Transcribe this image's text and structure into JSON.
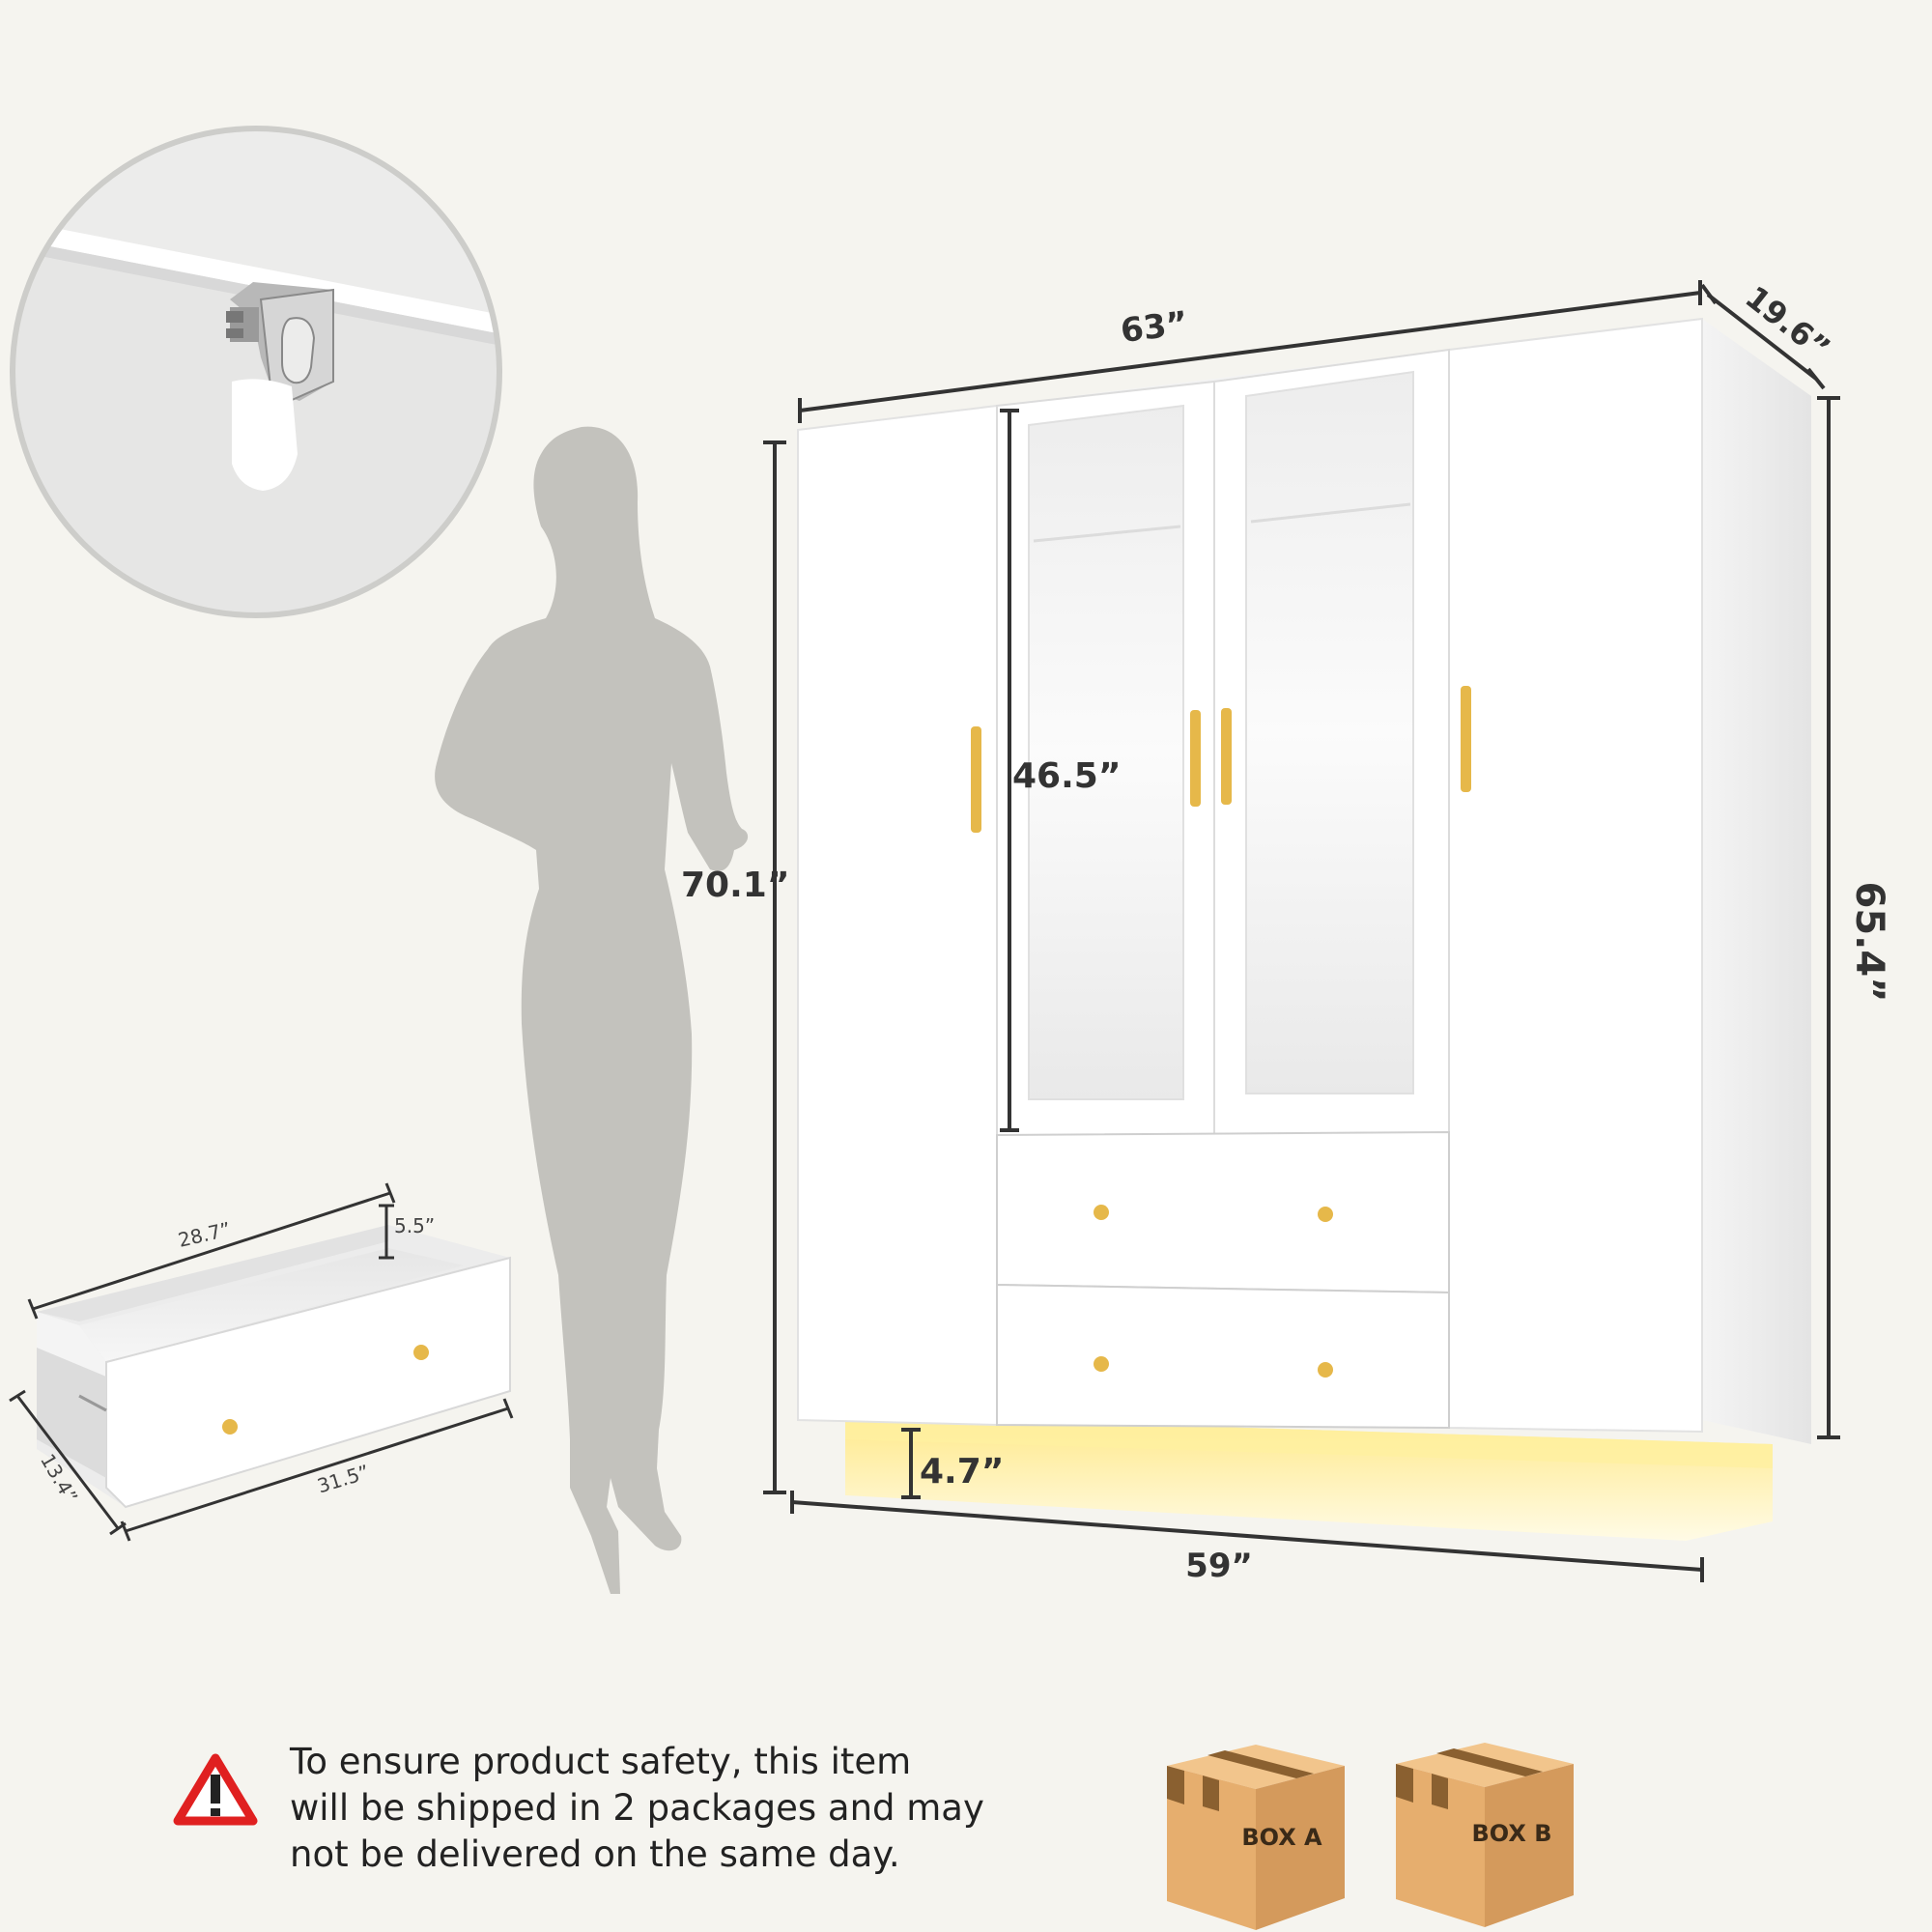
{
  "dimensions": {
    "width_top": "63”",
    "depth": "19.6”",
    "height_total": "70.1”",
    "height_body": "65.4”",
    "glass_height": "46.5”",
    "base_height": "4.7”",
    "base_width": "59”"
  },
  "drawer": {
    "depth_top": "28.7”",
    "height": "5.5”",
    "width_front": "31.5”",
    "side": "13.4”"
  },
  "notice": {
    "lines": [
      "To ensure product safety, this item",
      "will be shipped in 2 packages and may",
      "not be delivered on the same day."
    ]
  },
  "boxes": [
    "BOX A",
    "BOX B"
  ],
  "colors": {
    "background": "#f5f4ef",
    "cabinet": "#ffffff",
    "handle": "#e6b84a",
    "base_light": "#fff3b0",
    "silhouette": "#c3c2bd",
    "box": "#e9b77a",
    "warning": "#e02020"
  },
  "icons": [
    "warning-icon",
    "package-box-icon",
    "wall-anchor-bracket-icon"
  ]
}
